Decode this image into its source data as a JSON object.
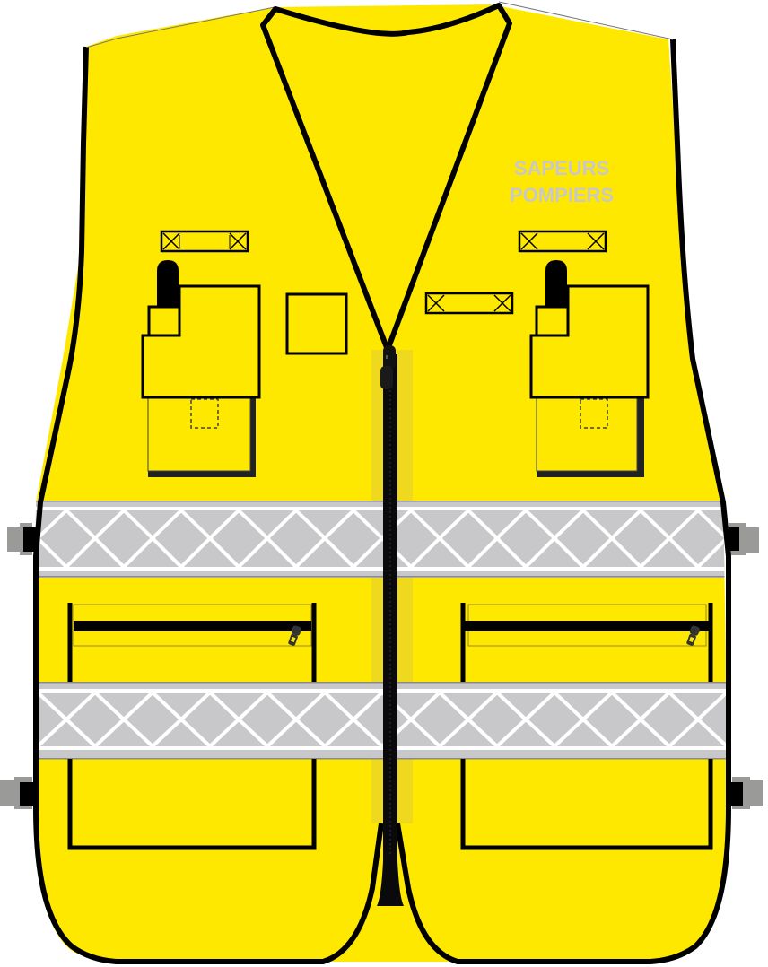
{
  "illustration": {
    "subject": "High-visibility vest",
    "chest_label": {
      "line1": "SAPEURS",
      "line2": "POMPIERS"
    }
  },
  "colors": {
    "fabric": "#FFE800",
    "fabric_shade": "#EFD91E",
    "outline": "#000000",
    "reflective_tape": "#C8C8CA",
    "reflective_stripe": "#FFFFFF",
    "label_text": "#C8C8C8",
    "side_buckle": "#9A9A98",
    "zipper": "#0A0A0C",
    "pocket_shadow": "#222222"
  },
  "elements": {
    "reflective_bands": [
      "upper-reflective-band",
      "lower-reflective-band"
    ],
    "chest_pockets": [
      "left-chest-pocket",
      "right-chest-pocket"
    ],
    "lower_pockets": [
      "left-lower-zip-pocket",
      "right-lower-zip-pocket"
    ],
    "id_badges": [
      "left-id-badge-strip",
      "center-id-badge-strip",
      "right-id-badge-strip"
    ],
    "side_adjusters": [
      "left-upper-adjuster",
      "left-lower-adjuster",
      "right-upper-adjuster",
      "right-lower-adjuster"
    ]
  }
}
